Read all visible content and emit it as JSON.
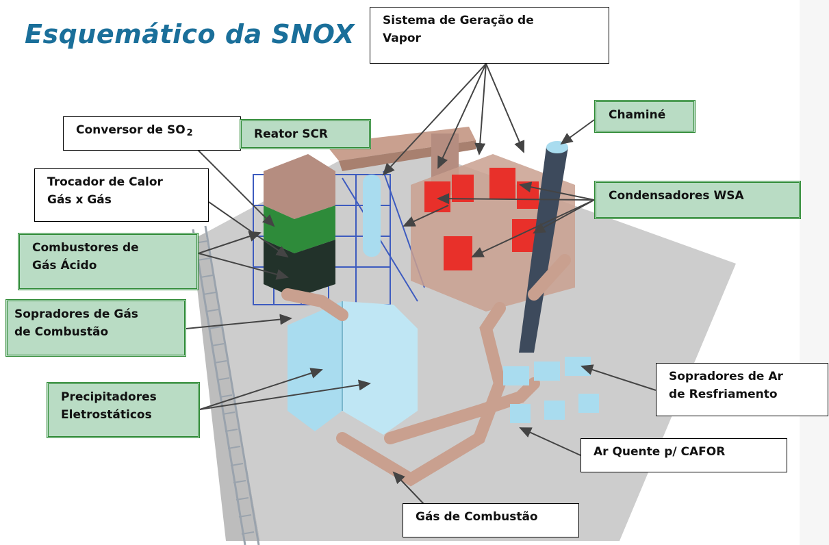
{
  "title": "Esquemático da SNOX",
  "labels": {
    "sistema_geracao_vapor": {
      "line1": "Sistema de Geração de",
      "line2": "Vapor"
    },
    "conversor_so2": {
      "text": "Conversor de SO",
      "sub": "2"
    },
    "reator_scr": "Reator SCR",
    "chamine": "Chaminé",
    "trocador_calor": {
      "line1": "Trocador de Calor",
      "line2": "Gás x Gás"
    },
    "condensadores_wsa": "Condensadores WSA",
    "combustores_gas_acido": {
      "line1": "Combustores de",
      "line2": "Gás Ácido"
    },
    "sopradores_gas_combustao": {
      "line1": "Sopradores de Gás",
      "line2": "de Combustão"
    },
    "precipitadores": {
      "line1": "Precipitadores",
      "line2": "Eletrostáticos"
    },
    "sopradores_ar": {
      "line1": "Sopradores de Ar",
      "line2": "de Resfriamento"
    },
    "ar_quente": "Ar Quente p/ CAFOR",
    "gas_combustao": "Gás de Combustão"
  },
  "colors": {
    "title": "#1a6f9a",
    "green_label_bg": "#b9dcc4",
    "green_label_border": "#2f8a35",
    "duct": "#c9a08f",
    "vessel": "#a9dcef",
    "condenser": "#e8302a",
    "converter_top": "#b58d80",
    "converter_mid": "#2e8b3a",
    "steel": "#3d5bbf",
    "ground": "#cfcfcf"
  }
}
